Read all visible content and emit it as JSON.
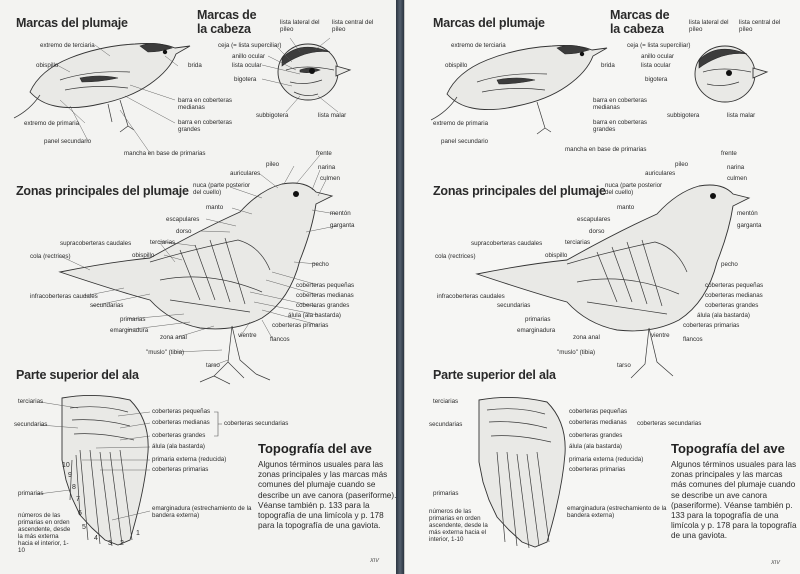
{
  "pages": [
    {
      "id": "left",
      "page_number": "XIV",
      "sections": {
        "marcas_plumaje": {
          "title": "Marcas del plumaje",
          "labels": [
            "extremo de terciaria",
            "obispillo",
            "brida",
            "barra en coberteras medianas",
            "extremo de primaria",
            "barra en coberteras grandes",
            "panel secundario",
            "mancha en base de primarias"
          ]
        },
        "marcas_cabeza": {
          "title_line1": "Marcas de",
          "title_line2": "la cabeza",
          "labels": [
            "lista lateral del píleo",
            "lista central del píleo",
            "ceja (= lista superciliar)",
            "anillo ocular",
            "lista ocular",
            "bigotera",
            "subbigotera",
            "lista malar"
          ]
        },
        "zonas": {
          "title": "Zonas principales del plumaje",
          "labels": [
            "frente",
            "pileo",
            "auriculares",
            "narina",
            "culmen",
            "nuca (parte posterior del cuello)",
            "manto",
            "mentón",
            "garganta",
            "escapulares",
            "dorso",
            "supracoberteras caudales",
            "terciarias",
            "cola (rectrices)",
            "obispillo",
            "pecho",
            "coberteras pequeñas",
            "infracoberteras caudales",
            "coberteras medianas",
            "secundarias",
            "coberteras grandes",
            "álula (ala bastarda)",
            "primarias",
            "coberteras primarias",
            "emarginadura",
            "zona anal",
            "vientre",
            "flancos",
            "\"muslo\" (tibia)",
            "tarso"
          ]
        },
        "ala": {
          "title": "Parte superior del ala",
          "labels": [
            "terciarias",
            "secundarias",
            "coberteras pequeñas",
            "coberteras medianas",
            "coberteras secundarias",
            "coberteras grandes",
            "álula (ala bastarda)",
            "primaria externa (reducida)",
            "coberteras primarias",
            "primarias",
            "emarginadura (estrechamiento de la bandera externa)",
            "números de las primarias en orden ascendente, desde la más externa hacia el interior, 1-10"
          ],
          "numbers": [
            "10",
            "9",
            "8",
            "7",
            "6",
            "5",
            "4",
            "3",
            "2",
            "1"
          ]
        },
        "topografia": {
          "title": "Topografía del ave",
          "body": "Algunos términos usuales para las zonas principales y las marcas más comunes del plumaje cuando se describe un ave canora (paseriforme). Véanse también p. 133 para la topografía de una limícola y p. 178 para la topografía de una gaviota."
        }
      }
    },
    {
      "id": "right",
      "page_number": "XIV"
    }
  ],
  "colors": {
    "paper": "#f3f3f1",
    "ink": "#2b2b2b",
    "background": "#3b4654"
  }
}
